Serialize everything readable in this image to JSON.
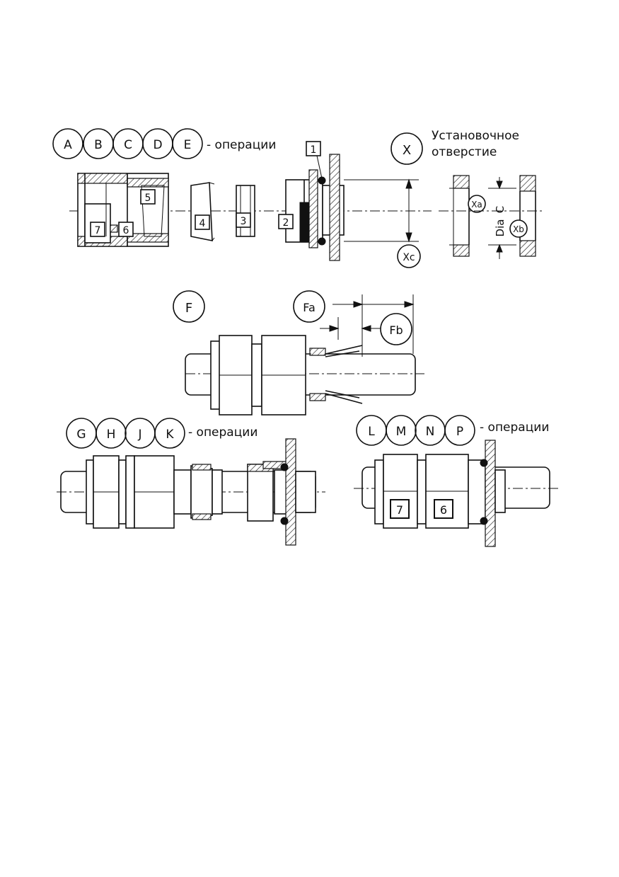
{
  "section_a": {
    "ops": [
      "A",
      "B",
      "C",
      "D",
      "E"
    ],
    "ops_suffix": "- операции",
    "parts": [
      "1",
      "2",
      "3",
      "4",
      "5",
      "6",
      "7"
    ]
  },
  "section_x": {
    "label": "X",
    "title_line1": "Установочное",
    "title_line2": "отверстие",
    "xa": "Xa",
    "xb": "Xb",
    "xc": "Xc",
    "dim_c": "C",
    "dim_dia": "Dia"
  },
  "section_f": {
    "label": "F",
    "fa": "Fa",
    "fb": "Fb"
  },
  "section_g": {
    "ops": [
      "G",
      "H",
      "J",
      "K"
    ],
    "ops_suffix": "- операции"
  },
  "section_l": {
    "ops": [
      "L",
      "M",
      "N",
      "P"
    ],
    "ops_suffix": "- операции",
    "parts": [
      "7",
      "6"
    ]
  }
}
